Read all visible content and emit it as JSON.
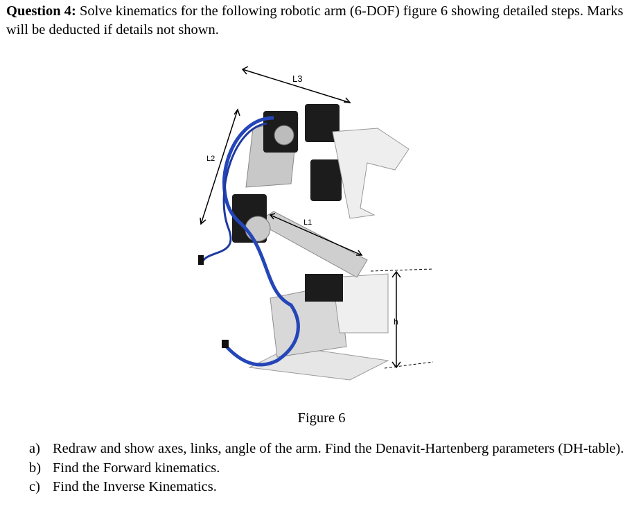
{
  "question": {
    "label": "Question 4:",
    "text": " Solve kinematics for the following robotic arm (6-DOF) figure 6 showing detailed steps. Marks will be deducted if details not shown."
  },
  "figure": {
    "caption": "Figure 6",
    "labels": {
      "l3": "L3",
      "l2": "L2",
      "l1": "L1",
      "h": "h"
    }
  },
  "items": [
    {
      "label": "a)",
      "text": "Redraw and show axes, links, angle of the arm. Find the Denavit-Hartenberg parameters (DH-table)."
    },
    {
      "label": "b)",
      "text": "Find the Forward kinematics."
    },
    {
      "label": "c)",
      "text": "Find the Inverse Kinematics."
    }
  ],
  "colors": {
    "aluminum": "#d8d8d8",
    "servo": "#1c1c1c",
    "cable": "#2546b8"
  }
}
